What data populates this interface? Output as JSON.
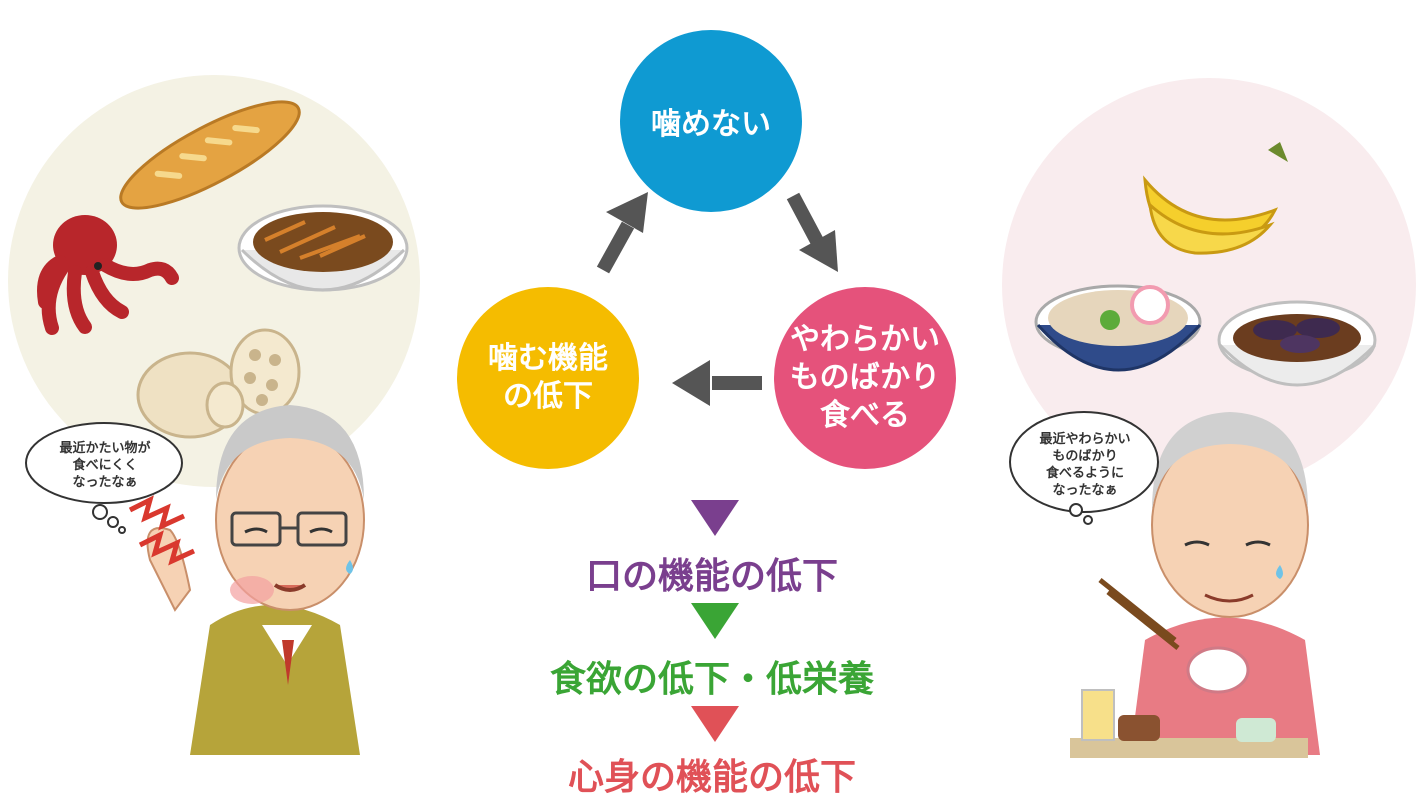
{
  "cycle": {
    "top": "噛めない",
    "right": "やわらかい\nものばかり\n食べる",
    "left": "噛む機能\nの低下"
  },
  "results": {
    "step1": "口の機能の低下",
    "step2": "食欲の低下・低栄養",
    "step3": "心身の機能の低下"
  },
  "left_person": {
    "thought": "最近かたい物が\n食べにくく\nなったなぁ"
  },
  "right_person": {
    "thought": "最近やわらかい\nものばかり\n食べるように\nなったなぁ"
  },
  "colors": {
    "node_top": "#0f9ad2",
    "node_right": "#e5527b",
    "node_left": "#f5bc00",
    "arrow": "#555555",
    "step1": "#7a3f8e",
    "step2": "#3aa535",
    "step3": "#e05157"
  },
  "icons": {
    "left_foods": [
      "baguette-icon",
      "octopus-icon",
      "kinpira-icon",
      "lotus-root-icon"
    ],
    "right_foods": [
      "banana-icon",
      "udon-icon",
      "eggplant-dish-icon"
    ]
  }
}
